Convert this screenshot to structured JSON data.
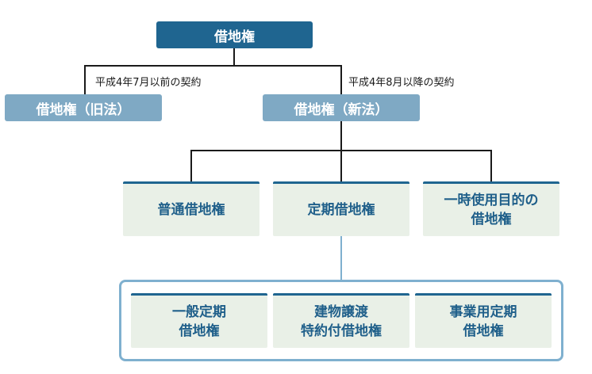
{
  "root": {
    "label": "借地権"
  },
  "branches": [
    {
      "era": "平成4年7月以前の契約",
      "label": "借地権（旧法）"
    },
    {
      "era": "平成4年8月以降の契約",
      "label": "借地権（新法）"
    }
  ],
  "new_law_types": [
    {
      "lines": [
        "普通借地権"
      ]
    },
    {
      "lines": [
        "定期借地権"
      ]
    },
    {
      "lines": [
        "一時使用目的の",
        "借地権"
      ]
    }
  ],
  "fixed_term_types": [
    {
      "lines": [
        "一般定期",
        "借地権"
      ]
    },
    {
      "lines": [
        "建物譲渡",
        "特約付借地権"
      ]
    },
    {
      "lines": [
        "事業用定期",
        "借地権"
      ]
    }
  ]
}
